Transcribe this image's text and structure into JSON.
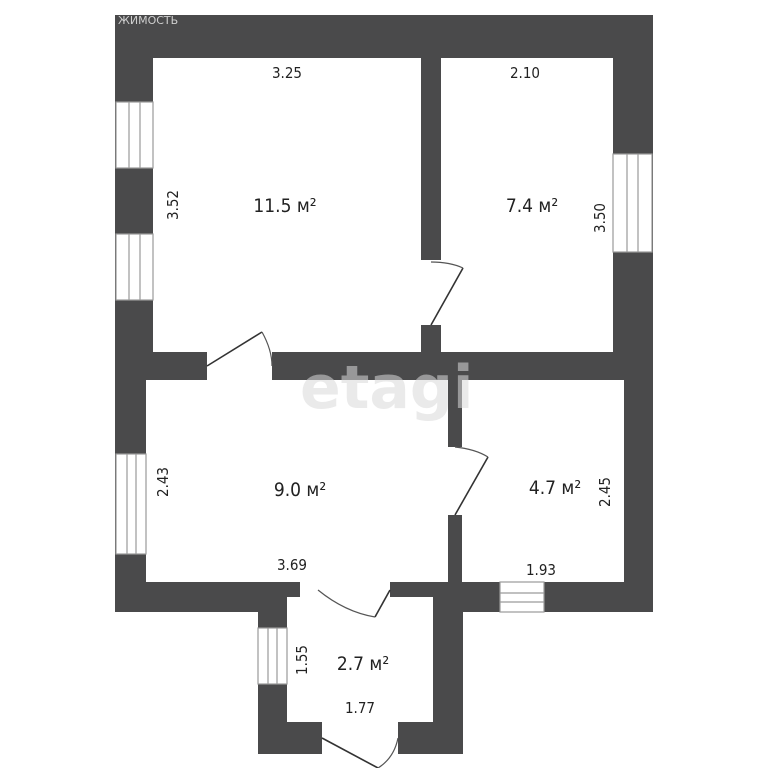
{
  "brand_text": "ЖИМОСТЬ",
  "watermark": "etagi",
  "rooms": [
    {
      "id": "room-1",
      "area_label": "11.5 м²",
      "width_label": "3.25",
      "height_label": "3.52"
    },
    {
      "id": "room-2",
      "area_label": "7.4 м²",
      "width_label": "2.10",
      "height_label": "3.50"
    },
    {
      "id": "room-3",
      "area_label": "9.0 м²",
      "width_label": "3.69",
      "height_label": "2.43"
    },
    {
      "id": "room-4",
      "area_label": "4.7 м²",
      "width_label": "1.93",
      "height_label": "2.45"
    },
    {
      "id": "room-5",
      "area_label": "2.7 м²",
      "width_label": "1.77",
      "height_label": "1.55"
    }
  ],
  "colors": {
    "wall": "#4a4a4b",
    "background": "#ffffff"
  }
}
